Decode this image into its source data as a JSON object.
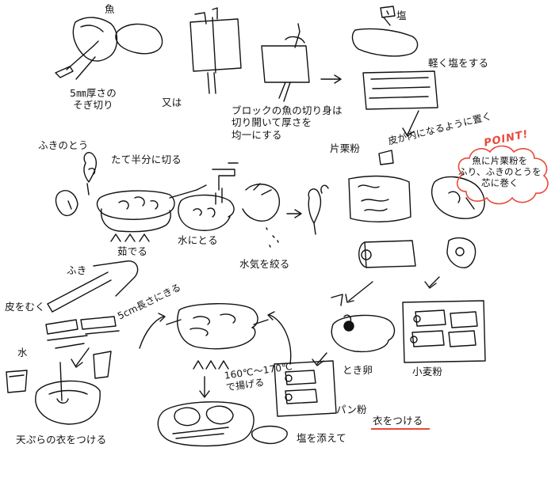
{
  "colors": {
    "ink": "#111111",
    "accent_red": "#e8493b",
    "cloud_stroke": "#e8493b",
    "underline": "#e8493b"
  },
  "labels": {
    "fish": "魚",
    "salt_top": "塩",
    "slice_5mm": "5㎜厚さの\nそぎ切り",
    "or": "又は",
    "block_fish": "ブロックの魚の切り身は\n切り開いて厚さを\n均一にする",
    "light_salt": "軽く塩をする",
    "fuki_no_tou": "ふきのとう",
    "cut_half": "たて半分に切る",
    "katakuriko": "片栗粉",
    "skin_inside": "皮が内になるように置く",
    "point": "POINT!",
    "point_text": "魚に片栗粉を\nふり、ふきのとうを\n芯に巻く",
    "boil": "茹でる",
    "cool_water": "水にとる",
    "squeeze": "水気を絞る",
    "fuki": "ふき",
    "peel": "皮をむく",
    "cut_5cm": "5cm長さにきる",
    "water": "水",
    "temp_fry": "160℃〜170℃\nで揚げる",
    "beaten_egg": "とき卵",
    "flour": "小麦粉",
    "panko": "パン粉",
    "coat": "衣をつける",
    "tempura_batter": "天ぷらの衣をつける",
    "with_salt": "塩を添えて"
  }
}
